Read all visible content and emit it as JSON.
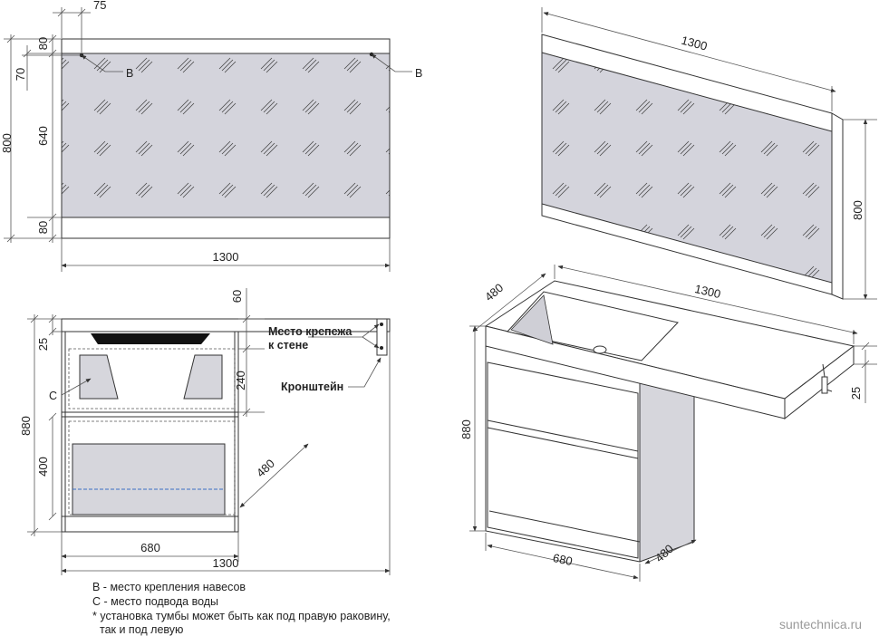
{
  "mirror_front": {
    "dim_top_offset": "75",
    "dim_top_band": "80",
    "dim_inner_70": "70",
    "dim_height": "800",
    "dim_glass": "640",
    "dim_bottom_band": "80",
    "dim_width": "1300",
    "label_b_left": "B",
    "label_b_right": "B"
  },
  "mirror_iso": {
    "dim_width": "1300",
    "dim_height": "800"
  },
  "cabinet_front": {
    "dim_60": "60",
    "dim_25": "25",
    "dim_240": "240",
    "dim_880": "880",
    "dim_400": "400",
    "dim_480": "480",
    "dim_680": "680",
    "dim_1300": "1300",
    "label_c": "C",
    "callout_mount_line1": "Место крепежа",
    "callout_mount_line2": "к стене",
    "callout_bracket": "Кронштейн"
  },
  "cabinet_iso": {
    "dim_480_top": "480",
    "dim_1300": "1300",
    "dim_25": "25",
    "dim_880": "880",
    "dim_680": "680",
    "dim_480_bottom": "480"
  },
  "legend": {
    "line_b": "B - место крепления навесов",
    "line_c": "C - место подвода воды",
    "line_note1": "* установка тумбы может быть как под правую раковину,",
    "line_note2": "так и под левую"
  },
  "watermark": "suntechnica.ru"
}
